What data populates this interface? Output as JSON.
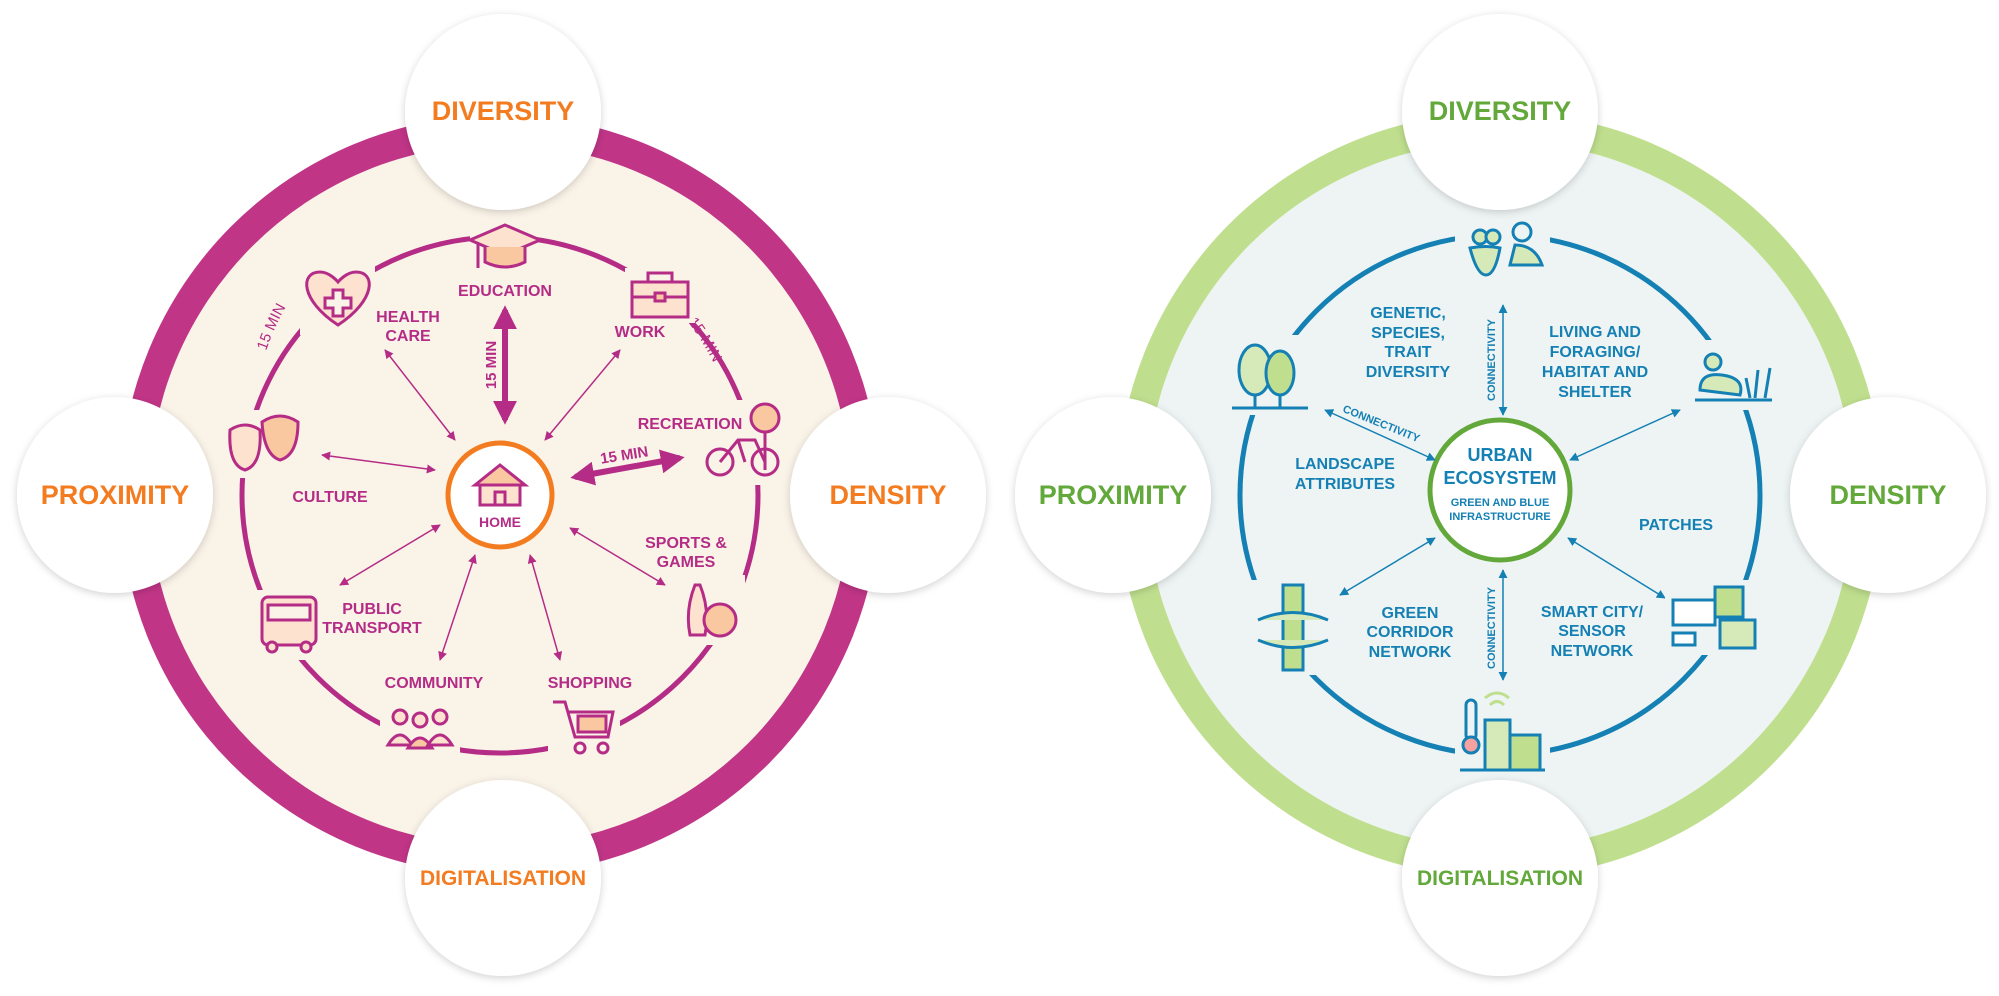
{
  "left": {
    "pillars": {
      "top": "DIVERSITY",
      "left": "PROXIMITY",
      "right": "DENSITY",
      "bottom": "DIGITALISATION"
    },
    "center": "HOME",
    "minutes": "15 MIN",
    "nodes": {
      "education": "EDUCATION",
      "work": "WORK",
      "health_1": "HEALTH",
      "health_2": "CARE",
      "recreation": "RECREATION",
      "culture": "CULTURE",
      "sports_1": "SPORTS &",
      "sports_2": "GAMES",
      "transport_1": "PUBLIC",
      "transport_2": "TRANSPORT",
      "community": "COMMUNITY",
      "shopping": "SHOPPING"
    },
    "colors": {
      "ring": "#c13587",
      "accent": "#f47c20",
      "fill": "#faf3e8",
      "line": "#b52c86"
    }
  },
  "right": {
    "pillars": {
      "top": "DIVERSITY",
      "left": "PROXIMITY",
      "right": "DENSITY",
      "bottom": "DIGITALISATION"
    },
    "center": {
      "line1": "URBAN",
      "line2": "ECOSYSTEM",
      "sub1": "GREEN AND BLUE",
      "sub2": "INFRASTRUCTURE"
    },
    "connectivity": "CONNECTIVITY",
    "labels": {
      "genetic_1": "GENETIC,",
      "genetic_2": "SPECIES,",
      "genetic_3": "TRAIT",
      "genetic_4": "DIVERSITY",
      "living_1": "LIVING AND",
      "living_2": "FORAGING/",
      "living_3": "HABITAT AND",
      "living_4": "SHELTER",
      "landscape_1": "LANDSCAPE",
      "landscape_2": "ATTRIBUTES",
      "patches": "PATCHES",
      "corridor_1": "GREEN",
      "corridor_2": "CORRIDOR",
      "corridor_3": "NETWORK",
      "smart_1": "SMART CITY/",
      "smart_2": "SENSOR",
      "smart_3": "NETWORK"
    },
    "colors": {
      "ring": "#bfdf8e",
      "accent": "#63a83a",
      "fill": "#eef4f4",
      "line": "#1480b4"
    }
  }
}
